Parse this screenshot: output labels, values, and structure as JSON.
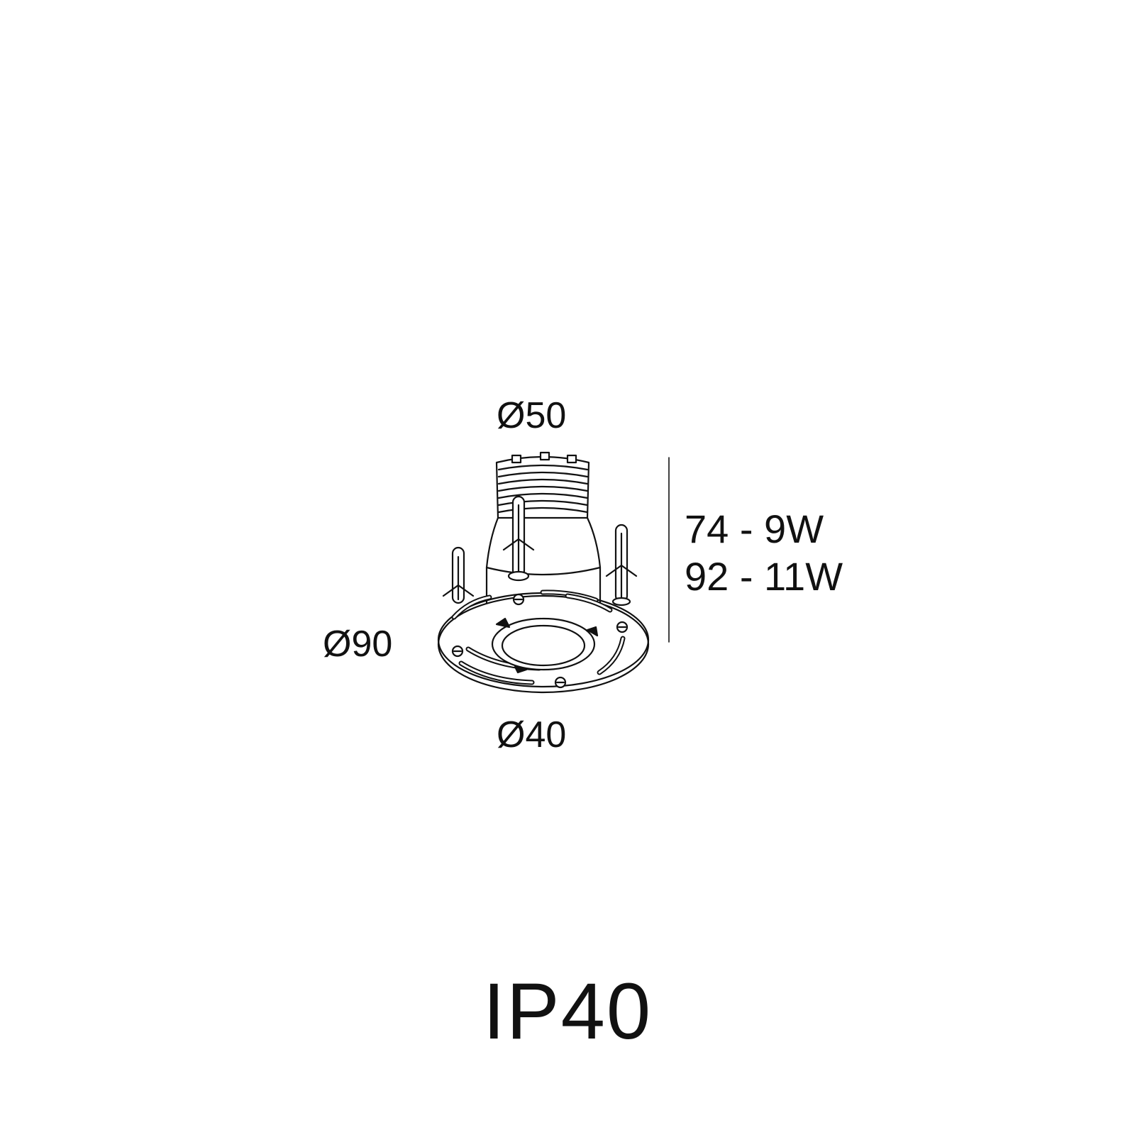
{
  "drawing": {
    "dimensions": {
      "top_diameter": "Ø50",
      "flange_diameter": "Ø90",
      "bottom_diameter": "Ø40",
      "height_9w": "74 - 9W",
      "height_11w": "92 - 11W"
    },
    "rating": "IP40",
    "line_color": "#111111",
    "background_color": "#ffffff"
  }
}
